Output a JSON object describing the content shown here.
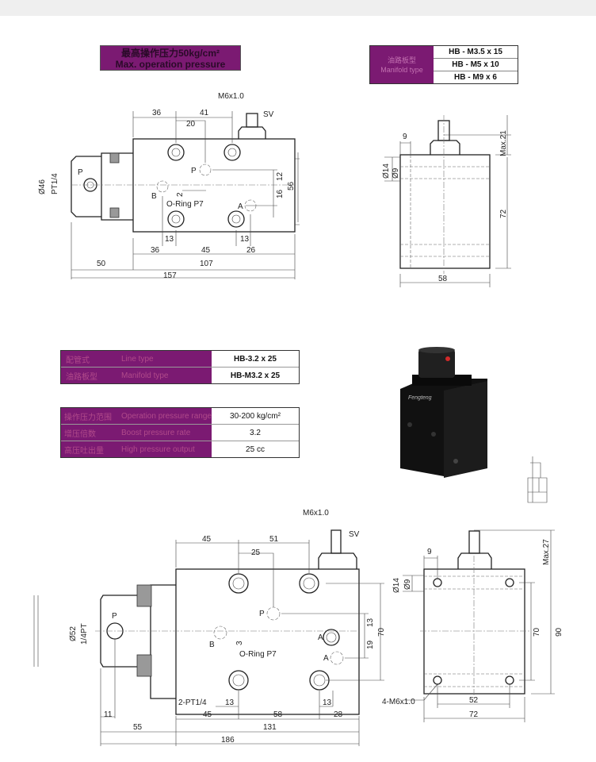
{
  "banner": {
    "line_cn": "最高操作压力50kg/cm²",
    "line_en": "Max. operation pressure"
  },
  "manifold_table": {
    "label_cn": "油路板型",
    "label_en": "Manifold type",
    "values": [
      "HB - M3.5 x 15",
      "HB - M5 x 10",
      "HB - M9 x 6"
    ]
  },
  "type_table": [
    {
      "cn": "配管式",
      "en": "Line type",
      "value": "HB-3.2 x 25"
    },
    {
      "cn": "油路板型",
      "en": "Manifold type",
      "value": "HB-M3.2 x 25"
    }
  ],
  "spec_table": [
    {
      "cn": "操作压力范围",
      "en": "Operation pressure range",
      "value": "30-200 kg/cm²"
    },
    {
      "cn": "增压倍数",
      "en": "Boost pressure rate",
      "value": "3.2"
    },
    {
      "cn": "高压吐出量",
      "en": "High pressure output",
      "value": "25 cc"
    }
  ],
  "drawing1": {
    "labels": {
      "thread": "M6x1.0",
      "sv": "SV",
      "p": "P",
      "p_port": "P",
      "b": "B",
      "a": "A",
      "oring": "O-Ring P7",
      "dia": "Ø46",
      "pt": "PT1/4"
    },
    "dims": [
      "36",
      "41",
      "20",
      "12",
      "16",
      "56",
      "2",
      "13",
      "13",
      "36",
      "45",
      "26",
      "50",
      "107",
      "157"
    ]
  },
  "drawing1_side": {
    "dims": [
      "9",
      "Ø14",
      "Ø9",
      "Max.21",
      "72",
      "58"
    ]
  },
  "drawing2": {
    "labels": {
      "thread": "M6x1.0",
      "sv": "SV",
      "p": "P",
      "p_port": "P",
      "b": "B",
      "a": "A",
      "a_prime": "A'",
      "oring": "O-Ring P7",
      "dia": "Ø52",
      "pt": "1/4PT",
      "pt2": "2-PT1/4"
    },
    "dims": [
      "45",
      "51",
      "25",
      "13",
      "19",
      "70",
      "3",
      "13",
      "13",
      "11",
      "45",
      "58",
      "28",
      "55",
      "131",
      "186"
    ]
  },
  "drawing2_side": {
    "dims": [
      "9",
      "Ø14",
      "Ø9",
      "Max.27",
      "70",
      "90",
      "52",
      "72"
    ],
    "thread": "4-M6x1.0"
  },
  "product_photo": {
    "brand": "Fengteng"
  }
}
